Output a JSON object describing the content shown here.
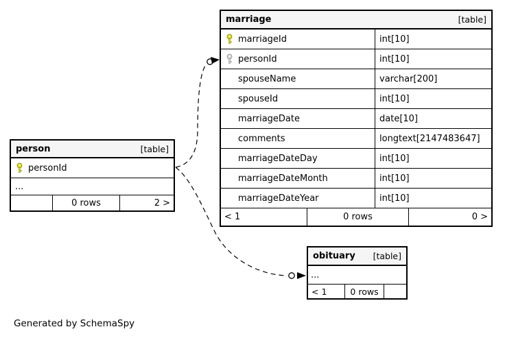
{
  "diagram": {
    "generator_note": "Generated by SchemaSpy"
  },
  "colors": {
    "background": "#ffffff",
    "table_header_bg": "#f5f5f5",
    "table_border": "#000000",
    "primary_key_icon": "#e3e300",
    "foreign_key_icon": "#cccccc",
    "connector": "#000000"
  },
  "tables": {
    "marriage": {
      "name": "marriage",
      "tag": "[table]",
      "columns": [
        {
          "name": "marriageId",
          "type": "int[10]"
        },
        {
          "name": "personId",
          "type": "int[10]"
        },
        {
          "name": "spouseName",
          "type": "varchar[200]"
        },
        {
          "name": "spouseId",
          "type": "int[10]"
        },
        {
          "name": "marriageDate",
          "type": "date[10]"
        },
        {
          "name": "comments",
          "type": "longtext[2147483647]"
        },
        {
          "name": "marriageDateDay",
          "type": "int[10]"
        },
        {
          "name": "marriageDateMonth",
          "type": "int[10]"
        },
        {
          "name": "marriageDateYear",
          "type": "int[10]"
        }
      ],
      "footer": {
        "left": "< 1",
        "center": "0 rows",
        "right": "0 >"
      }
    },
    "person": {
      "name": "person",
      "tag": "[table]",
      "columns": [
        {
          "name": "personId"
        },
        {
          "name": "..."
        }
      ],
      "footer": {
        "left": "",
        "center": "0 rows",
        "right": "2 >"
      }
    },
    "obituary": {
      "name": "obituary",
      "tag": "[table]",
      "columns": [
        {
          "name": "..."
        }
      ],
      "footer": {
        "left": "< 1",
        "center": "0 rows",
        "right": ""
      }
    }
  }
}
